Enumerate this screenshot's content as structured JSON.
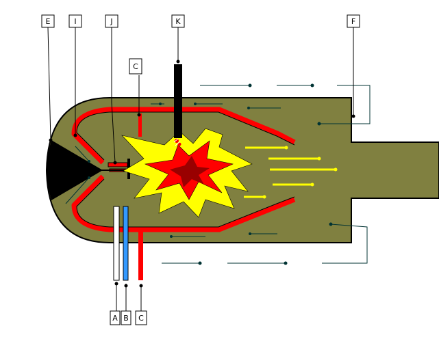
{
  "labels": {
    "E": "E",
    "I": "I",
    "J": "J",
    "K": "K",
    "C_top": "C",
    "F": "F",
    "A": "A",
    "B": "B",
    "C_bottom": "C"
  },
  "colors": {
    "hull": "#808040",
    "hull_outline": "#000000",
    "casing": "#ff0000",
    "flame_outer": "#ffff00",
    "flame_mid": "#ff0000",
    "flame_core": "#990000",
    "jet_line": "#ffff00",
    "leader": "#003333",
    "pipe_white": "#ffffff",
    "pipe_blue": "#3399ff"
  },
  "icons": {
    "spark": "spark-icon",
    "spray_tip": "injector-tip-icon"
  }
}
